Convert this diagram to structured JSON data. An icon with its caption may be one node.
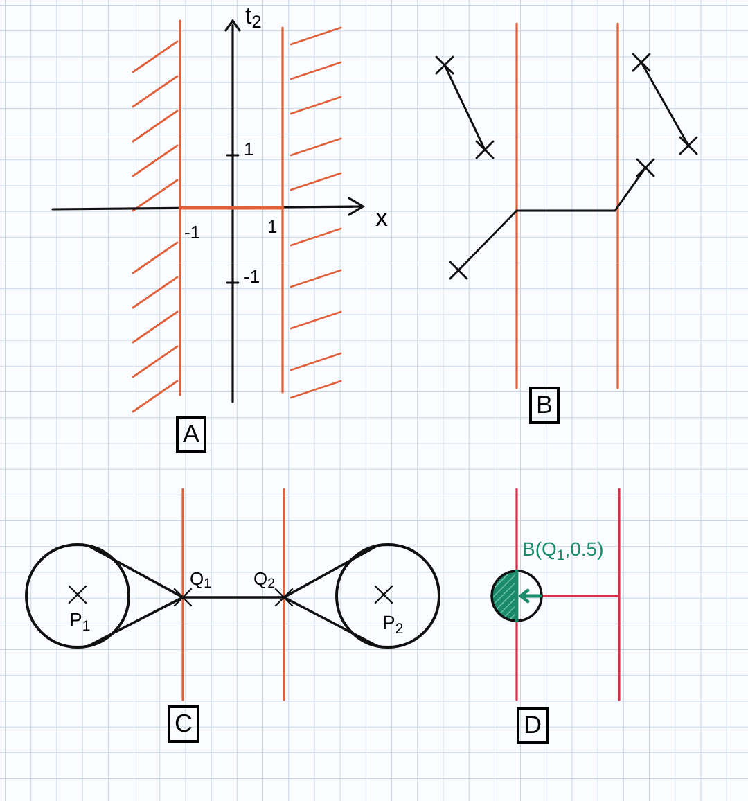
{
  "diagram": {
    "labels": [
      "t$_{2}$",
      "1",
      "x",
      "-1",
      "1",
      "-1",
      "A",
      "B",
      "Q$_{1}$",
      "Q$_{2}$",
      "P$_{1}$",
      "P$_{2}$",
      "C",
      "B(Q$_{1}$,0.5)",
      "D"
    ]
  }
}
